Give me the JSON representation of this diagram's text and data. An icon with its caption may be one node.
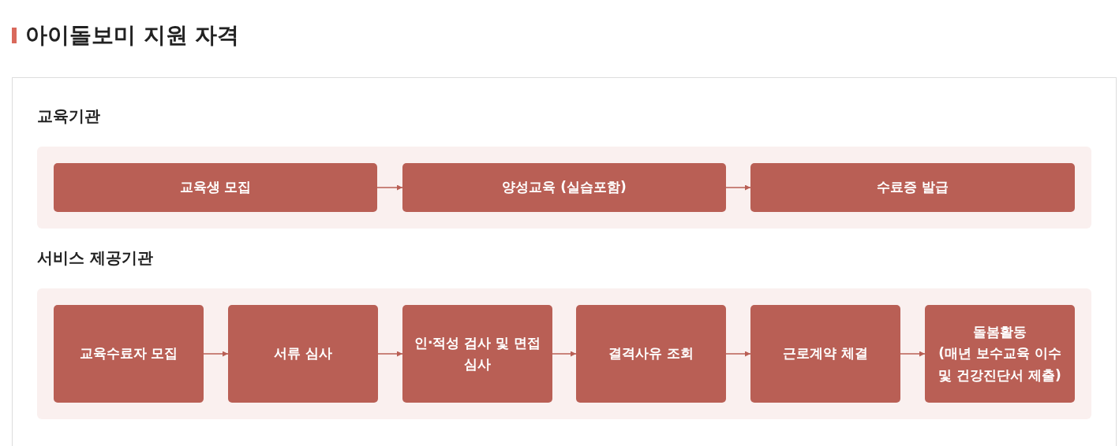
{
  "diagram": {
    "title": "아이돌보미 지원 자격",
    "nodes": [
      {
        "text": [
          "교육기관"
        ]
      },
      {
        "text": [
          "교육생 모집"
        ],
        "in": 0
      },
      {
        "text": [
          "양성교육 (실습포함)"
        ],
        "in": 0
      },
      {
        "text": [
          "수료증 발급"
        ],
        "in": 0
      },
      {
        "text": [
          "서비스 제공기관"
        ]
      },
      {
        "text": [
          "교육수료자 모집"
        ],
        "in": 4
      },
      {
        "text": [
          "서류 심사"
        ],
        "in": 4
      },
      {
        "text": [
          "인·적성 검사 및 면접심사"
        ],
        "in": 4
      },
      {
        "text": [
          "결격사유 조회"
        ],
        "in": 4
      },
      {
        "text": [
          "근로계약 체결"
        ],
        "in": 4
      },
      {
        "text": [
          "돌봄활동",
          "(매년 보수교육 이수 및 건강진단서 제출)"
        ],
        "in": 4
      }
    ],
    "edges": [
      {
        "from": 1,
        "to": 2,
        "arrow": "to"
      },
      {
        "from": 2,
        "to": 3,
        "arrow": "to"
      },
      {
        "from": 5,
        "to": 6,
        "arrow": "to"
      },
      {
        "from": 6,
        "to": 7,
        "arrow": "to"
      },
      {
        "from": 7,
        "to": 8,
        "arrow": "to"
      },
      {
        "from": 8,
        "to": 9,
        "arrow": "to"
      },
      {
        "from": 9,
        "to": 10,
        "arrow": "to"
      }
    ]
  }
}
